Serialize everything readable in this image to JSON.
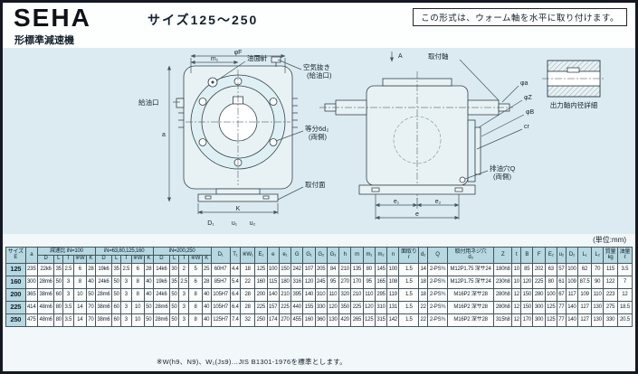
{
  "page": {
    "logo": "SEHA",
    "logo_sub": "形標準減速機",
    "title": "サイズ125〜250",
    "note": "この形式は、ウォーム軸を水平に取り付けます。",
    "units": "(単位:mm)",
    "footnote": "※W(h9、N9)、W₁(Js9)…JIS B1301-1976を標準とします。"
  },
  "drawings": {
    "labels": {
      "oil_gauge": "油面計",
      "oil_port": "給油口",
      "air_vent": "空気抜き",
      "air_vent_sub": "(給油口)",
      "bolt_holes": "等分6d₂",
      "bolt_holes_sub": "(両側)",
      "mount_face": "取付面",
      "mount_shaft": "取付軸",
      "drain": "排油穴Q",
      "drain_sub": "(両側)",
      "detail_caption": "出力軸内径詳細",
      "section_a": "A",
      "d_phiF": "φF",
      "d_m1": "m₁",
      "d_m": "m",
      "d_a": "a",
      "d_K": "K",
      "d_D1": "D₁",
      "d_u1": "u₁",
      "d_u2": "u₂",
      "d_phia": "φa",
      "d_phiZ": "φZ",
      "d_phiB": "φB",
      "d_cr": "cr",
      "d_e": "e",
      "d_e1": "e₁",
      "d_e2": "e₂"
    }
  },
  "table": {
    "header_row1": [
      {
        "label": "サイズ\nE",
        "rowspan": 2
      },
      {
        "label": "a",
        "rowspan": 2
      },
      {
        "label": "減速比 iN=100",
        "colspan": 5
      },
      {
        "label": "iN=63,80,125,160",
        "colspan": 5
      },
      {
        "label": "iN=200,250",
        "colspan": 5
      },
      {
        "label": "D₁",
        "rowspan": 2
      },
      {
        "label": "T₁",
        "rowspan": 2
      },
      {
        "label": "※W₁",
        "rowspan": 2
      },
      {
        "label": "E₁",
        "rowspan": 2
      },
      {
        "label": "e",
        "rowspan": 2
      },
      {
        "label": "e₁",
        "rowspan": 2
      },
      {
        "label": "G",
        "rowspan": 2
      },
      {
        "label": "G₁",
        "rowspan": 2
      },
      {
        "label": "G₂",
        "rowspan": 2
      },
      {
        "label": "G₃",
        "rowspan": 2
      },
      {
        "label": "h",
        "rowspan": 2
      },
      {
        "label": "m",
        "rowspan": 2
      },
      {
        "label": "m₁",
        "rowspan": 2
      },
      {
        "label": "m₂",
        "rowspan": 2
      },
      {
        "label": "n",
        "rowspan": 2
      },
      {
        "label": "面取り\nr",
        "rowspan": 2
      },
      {
        "label": "d₂",
        "rowspan": 2
      },
      {
        "label": "Q",
        "rowspan": 2
      },
      {
        "label": "取付用ネジ穴\nd₃",
        "rowspan": 2
      },
      {
        "label": "Z",
        "rowspan": 2
      },
      {
        "label": "t",
        "rowspan": 2
      },
      {
        "label": "B",
        "rowspan": 2
      },
      {
        "label": "F",
        "rowspan": 2
      },
      {
        "label": "E₂",
        "rowspan": 2
      },
      {
        "label": "u₂",
        "rowspan": 2
      },
      {
        "label": "D₂",
        "rowspan": 2
      },
      {
        "label": "L₁",
        "rowspan": 2
      },
      {
        "label": "L₂",
        "rowspan": 2
      },
      {
        "label": "質量\nkg",
        "rowspan": 2
      },
      {
        "label": "油量\nℓ",
        "rowspan": 2
      }
    ],
    "header_row2": [
      "D",
      "L",
      "T",
      "※W",
      "K",
      "D",
      "L",
      "T",
      "※W",
      "K",
      "D",
      "L",
      "T",
      "※W",
      "K"
    ],
    "rows": [
      [
        "125",
        "235",
        "22k6",
        "35",
        "2.5",
        "6",
        "28",
        "19k6",
        "35",
        "2.5",
        "6",
        "28",
        "14k6",
        "30",
        "2",
        "5",
        "25",
        "60H7",
        "4.4",
        "18",
        "125",
        "100",
        "150",
        "242",
        "107",
        "205",
        "84",
        "210",
        "135",
        "80",
        "145",
        "100",
        "1.5",
        "14",
        "2-PS¾",
        "M12P1.75 深サ24",
        "180h8",
        "10",
        "85",
        "202",
        "63",
        "57",
        "100",
        "62",
        "70",
        "115",
        "3.5"
      ],
      [
        "160",
        "300",
        "28m6",
        "50",
        "3",
        "8",
        "40",
        "24k6",
        "50",
        "3",
        "8",
        "40",
        "19k6",
        "35",
        "2.5",
        "6",
        "28",
        "85H7",
        "5.4",
        "22",
        "160",
        "115",
        "180",
        "316",
        "120",
        "245",
        "95",
        "270",
        "170",
        "95",
        "165",
        "108",
        "1.5",
        "18",
        "2-PS¾",
        "M12P1.75 深サ24",
        "230h8",
        "10",
        "120",
        "225",
        "80",
        "61",
        "109",
        "87.5",
        "90",
        "122",
        "7"
      ],
      [
        "200",
        "365",
        "38m6",
        "60",
        "3",
        "10",
        "50",
        "28m6",
        "50",
        "3",
        "8",
        "40",
        "24k6",
        "50",
        "3",
        "8",
        "40",
        "105H7",
        "6.4",
        "28",
        "200",
        "140",
        "210",
        "395",
        "140",
        "310",
        "110",
        "320",
        "210",
        "110",
        "295",
        "119",
        "1.5",
        "18",
        "2-PS¾",
        "M16P2 深サ28",
        "280h8",
        "12",
        "150",
        "280",
        "100",
        "67",
        "117",
        "109",
        "110",
        "223",
        "12"
      ],
      [
        "225",
        "414",
        "48m6",
        "80",
        "3.5",
        "14",
        "70",
        "38m6",
        "60",
        "3",
        "10",
        "50",
        "28m6",
        "50",
        "3",
        "8",
        "40",
        "105H7",
        "6.4",
        "28",
        "225",
        "157",
        "225",
        "440",
        "155",
        "330",
        "120",
        "350",
        "225",
        "120",
        "310",
        "131",
        "1.5",
        "22",
        "2-PS¾",
        "M16P2 深サ28",
        "280h8",
        "12",
        "150",
        "300",
        "125",
        "77",
        "140",
        "127",
        "130",
        "275",
        "18.5"
      ],
      [
        "250",
        "475",
        "48m6",
        "80",
        "3.5",
        "14",
        "70",
        "38m6",
        "60",
        "3",
        "10",
        "50",
        "28m6",
        "50",
        "3",
        "8",
        "40",
        "125H7",
        "7.4",
        "32",
        "250",
        "174",
        "270",
        "455",
        "160",
        "360",
        "130",
        "420",
        "265",
        "125",
        "315",
        "142",
        "1.5",
        "22",
        "2-PS¾",
        "M16P2 深サ28",
        "315h8",
        "12",
        "170",
        "300",
        "125",
        "77",
        "140",
        "127",
        "130",
        "330",
        "20.5"
      ]
    ]
  }
}
